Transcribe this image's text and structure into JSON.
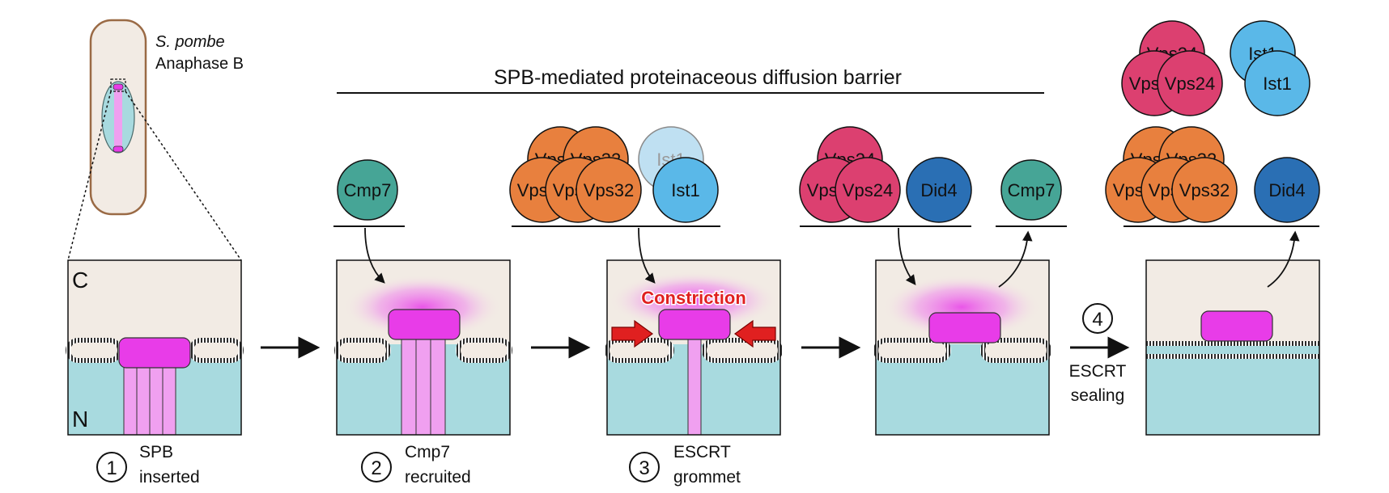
{
  "cell": {
    "species": "S. pombe",
    "stage": "Anaphase B"
  },
  "barrier_title": "SPB-mediated proteinaceous diffusion barrier",
  "compartments": {
    "cytoplasm": "C",
    "nucleus": "N"
  },
  "steps": [
    {
      "number": "1",
      "line1": "SPB",
      "line2": "inserted"
    },
    {
      "number": "2",
      "line1": "Cmp7",
      "line2": "recruited"
    },
    {
      "number": "3",
      "line1": "ESCRT",
      "line2": "grommet"
    },
    {
      "number": "4",
      "line1": "ESCRT",
      "line2": "sealing"
    }
  ],
  "constriction_label": "Constriction",
  "proteins": {
    "cmp7": "Cmp7",
    "vps32": "Vps32",
    "vps24": "Vps24",
    "ist1": "Ist1",
    "did4": "Did4"
  },
  "colors": {
    "cytoplasm": "#f2ebe4",
    "nucleus": "#a8dadf",
    "spb": "#e83ce8",
    "spb_stalk": "#f0a0f0",
    "cmp7": "#46a596",
    "vps32": "#e8803e",
    "vps24": "#dc4070",
    "ist1": "#5ab8e8",
    "did4": "#2a6fb4",
    "constriction": "#e02020"
  }
}
